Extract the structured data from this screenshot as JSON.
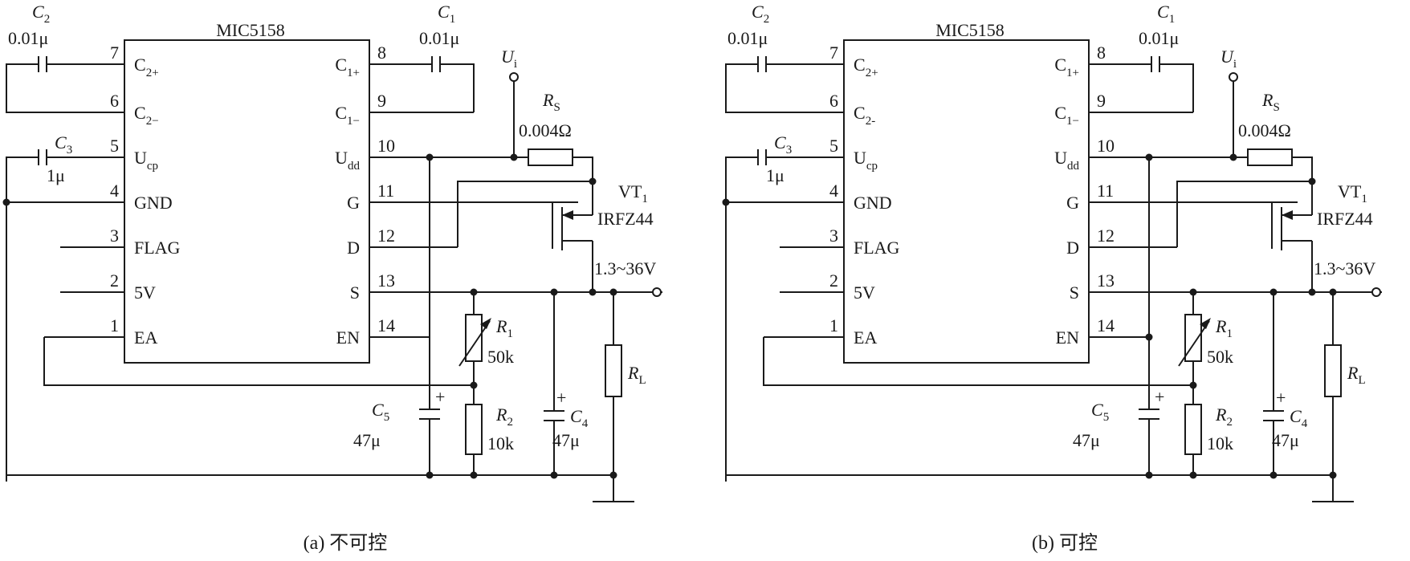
{
  "circuits": [
    {
      "id": "a",
      "caption": "(a) 不可控",
      "chip": {
        "name": "MIC5158",
        "left_pins": [
          {
            "num": "7",
            "name": "C",
            "sub": "2+"
          },
          {
            "num": "6",
            "name": "C",
            "sub": "2−"
          },
          {
            "num": "5",
            "name": "U",
            "sub": "cp"
          },
          {
            "num": "4",
            "name": "GND",
            "sub": ""
          },
          {
            "num": "3",
            "name": "FLAG",
            "sub": ""
          },
          {
            "num": "2",
            "name": "5V",
            "sub": ""
          },
          {
            "num": "1",
            "name": "EA",
            "sub": ""
          }
        ],
        "right_pins": [
          {
            "num": "8",
            "name": "C",
            "sub": "1+"
          },
          {
            "num": "9",
            "name": "C",
            "sub": "1−"
          },
          {
            "num": "10",
            "name": "U",
            "sub": "dd"
          },
          {
            "num": "11",
            "name": "G",
            "sub": ""
          },
          {
            "num": "12",
            "name": "D",
            "sub": ""
          },
          {
            "num": "13",
            "name": "S",
            "sub": ""
          },
          {
            "num": "14",
            "name": "EN",
            "sub": ""
          }
        ]
      },
      "components": {
        "c2": {
          "name": "C",
          "sub": "2",
          "value": "0.01μ"
        },
        "c1": {
          "name": "C",
          "sub": "1",
          "value": "0.01μ"
        },
        "c3": {
          "name": "C",
          "sub": "3",
          "value": "1μ"
        },
        "ui": {
          "name": "U",
          "sub": "i"
        },
        "rs": {
          "name": "R",
          "sub": "S",
          "value": "0.004Ω"
        },
        "vt": {
          "name": "VT",
          "sub": "1",
          "value": "IRFZ44"
        },
        "vout": "1.3~36V",
        "r1": {
          "name": "R",
          "sub": "1",
          "value": "50k"
        },
        "r2": {
          "name": "R",
          "sub": "2",
          "value": "10k"
        },
        "c5": {
          "name": "C",
          "sub": "5",
          "value": "47μ"
        },
        "c4": {
          "name": "C",
          "sub": "4",
          "value": "47μ"
        },
        "rl": {
          "name": "R",
          "sub": "L"
        },
        "plus": "+"
      }
    },
    {
      "id": "b",
      "caption": "(b) 可控",
      "chip": {
        "name": "MIC5158",
        "left_pins": [
          {
            "num": "7",
            "name": "C",
            "sub": "2+"
          },
          {
            "num": "6",
            "name": "C",
            "sub": "2-"
          },
          {
            "num": "5",
            "name": "U",
            "sub": "cp"
          },
          {
            "num": "4",
            "name": "GND",
            "sub": ""
          },
          {
            "num": "3",
            "name": "FLAG",
            "sub": ""
          },
          {
            "num": "2",
            "name": "5V",
            "sub": ""
          },
          {
            "num": "1",
            "name": "EA",
            "sub": ""
          }
        ],
        "right_pins": [
          {
            "num": "8",
            "name": "C",
            "sub": "1+"
          },
          {
            "num": "9",
            "name": "C",
            "sub": "1−"
          },
          {
            "num": "10",
            "name": "U",
            "sub": "dd"
          },
          {
            "num": "11",
            "name": "G",
            "sub": ""
          },
          {
            "num": "12",
            "name": "D",
            "sub": ""
          },
          {
            "num": "13",
            "name": "S",
            "sub": ""
          },
          {
            "num": "14",
            "name": "EN",
            "sub": ""
          }
        ]
      },
      "components": {
        "c2": {
          "name": "C",
          "sub": "2",
          "value": "0.01μ"
        },
        "c1": {
          "name": "C",
          "sub": "1",
          "value": "0.01μ"
        },
        "c3": {
          "name": "C",
          "sub": "3",
          "value": "1μ"
        },
        "ui": {
          "name": "U",
          "sub": "i"
        },
        "rs": {
          "name": "R",
          "sub": "S",
          "value": "0.004Ω"
        },
        "vt": {
          "name": "VT",
          "sub": "1",
          "value": "IRFZ44"
        },
        "vout": "1.3~36V",
        "r1": {
          "name": "R",
          "sub": "1",
          "value": "50k"
        },
        "r2": {
          "name": "R",
          "sub": "2",
          "value": "10k"
        },
        "c5": {
          "name": "C",
          "sub": "5",
          "value": "47μ"
        },
        "c4": {
          "name": "C",
          "sub": "4",
          "value": "47μ"
        },
        "rl": {
          "name": "R",
          "sub": "L"
        },
        "plus": "+"
      }
    }
  ]
}
